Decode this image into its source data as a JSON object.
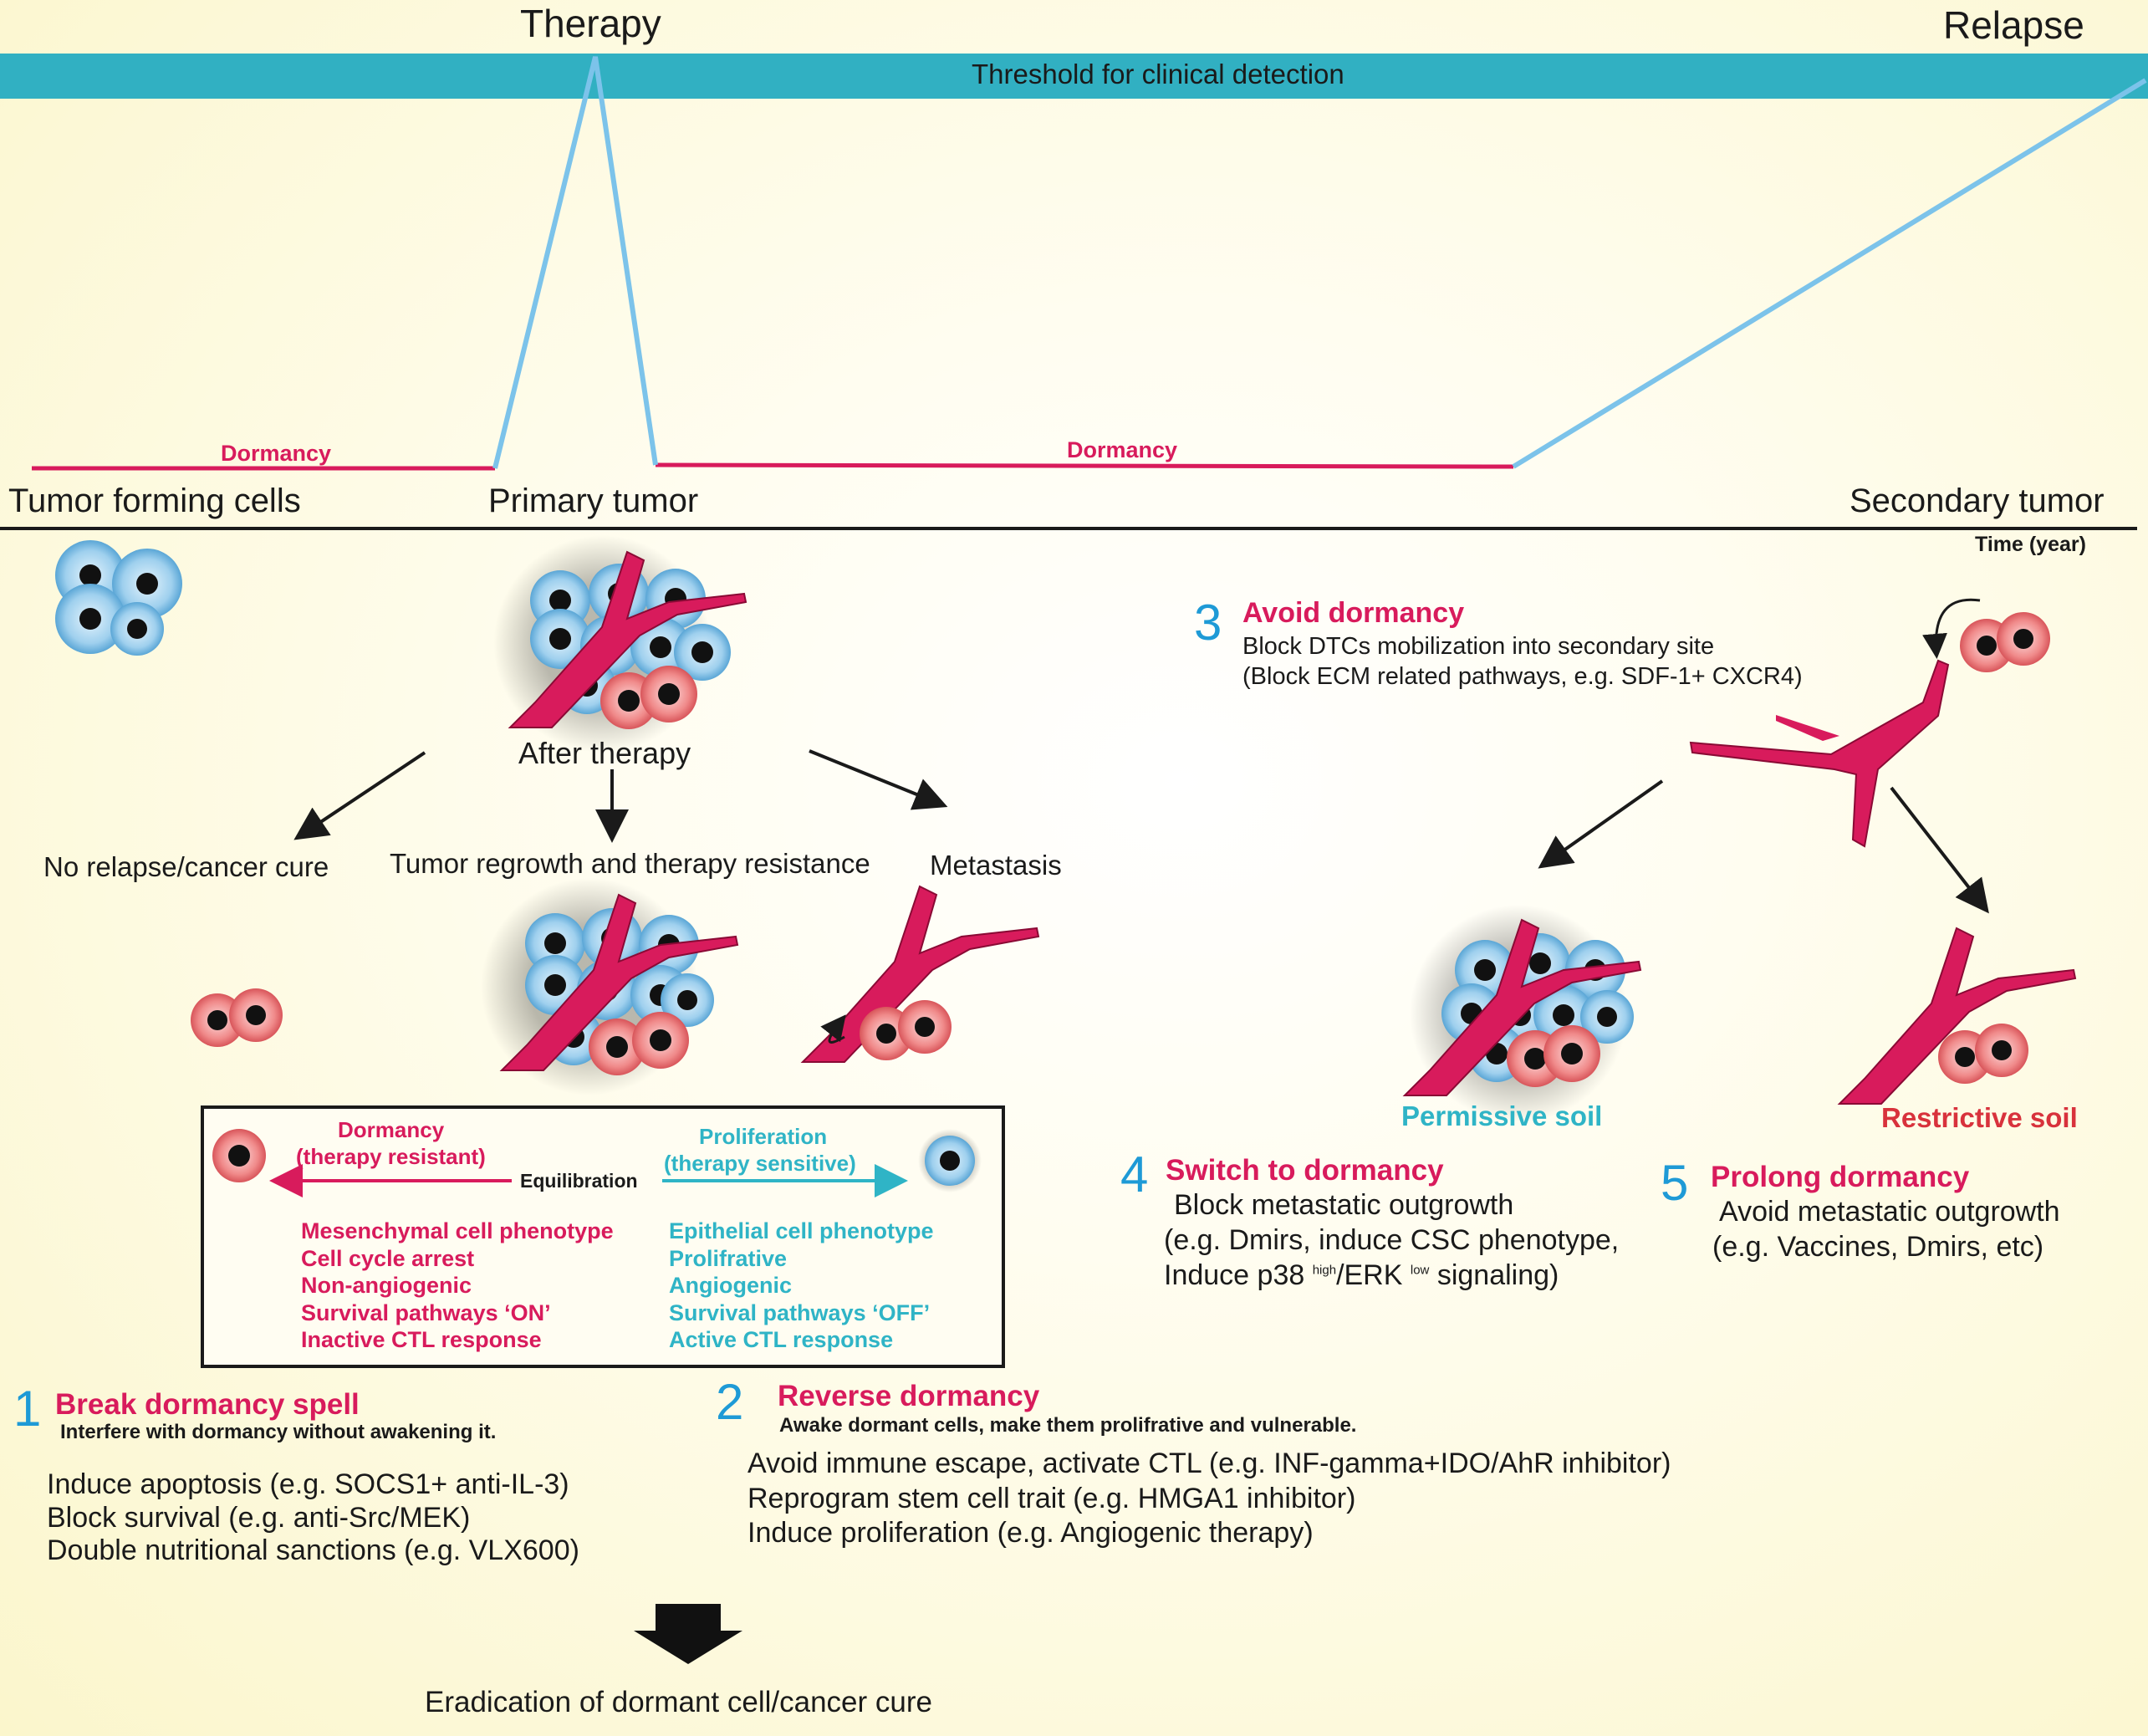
{
  "timeline": {
    "therapy": "Therapy",
    "relapse": "Relapse",
    "threshold": "Threshold for clinical detection",
    "dormancy_1": "Dormancy",
    "dormancy_2": "Dormancy",
    "tumor_forming": "Tumor forming cells",
    "primary_tumor": "Primary tumor",
    "secondary_tumor": "Secondary tumor",
    "time_axis": "Time (year)"
  },
  "primary": {
    "after_therapy": "After therapy",
    "outcome_cure": "No relapse/cancer cure",
    "outcome_regrowth": "Tumor regrowth and therapy resistance",
    "outcome_metastasis": "Metastasis"
  },
  "equilibrium_box": {
    "dormancy_title": "Dormancy",
    "dormancy_sub": "(therapy resistant)",
    "equilibration": "Equilibration",
    "proliferation_title": "Proliferation",
    "proliferation_sub": "(therapy sensitive)",
    "dormancy_traits": [
      "Mesenchymal cell phenotype",
      "Cell cycle arrest",
      "Non-angiogenic",
      "Survival  pathways ‘ON’",
      "Inactive CTL response"
    ],
    "proliferation_traits": [
      "Epithelial cell phenotype",
      "Prolifrative",
      "Angiogenic",
      "Survival pathways ‘OFF’",
      "Active CTL response"
    ]
  },
  "strategies": {
    "s1": {
      "num": "1",
      "title": "Break dormancy spell",
      "sub": "Interfere with dormancy without awakening it.",
      "items": [
        "Induce apoptosis (e.g. SOCS1+ anti-IL-3)",
        "Block survival (e.g. anti-Src/MEK)",
        "Double nutritional sanctions (e.g. VLX600)"
      ]
    },
    "s2": {
      "num": "2",
      "title": "Reverse dormancy",
      "sub": "Awake dormant cells, make them prolifrative and vulnerable.",
      "items": [
        "Avoid immune escape, activate CTL (e.g. INF-gamma+IDO/AhR inhibitor)",
        "Reprogram stem cell trait (e.g. HMGA1 inhibitor)",
        "Induce proliferation (e.g. Angiogenic therapy)"
      ]
    },
    "s3": {
      "num": "3",
      "title": "Avoid dormancy",
      "line1": "Block DTCs mobilization into secondary site",
      "line2": "(Block ECM related pathways, e.g. SDF-1+ CXCR4)"
    },
    "s4": {
      "num": "4",
      "title": "Switch to dormancy",
      "line1": "Block metastatic outgrowth",
      "line2": "(e.g. Dmirs, induce CSC phenotype,",
      "line3a": "Induce p38 ",
      "sup1": "high",
      "line3b": "/ERK ",
      "sup2": "low",
      "line3c": " signaling)"
    },
    "s5": {
      "num": "5",
      "title": "Prolong dormancy",
      "line1": "Avoid metastatic outgrowth",
      "line2": "(e.g. Vaccines, Dmirs, etc)"
    }
  },
  "soils": {
    "permissive": "Permissive soil",
    "restrictive": "Restrictive soil"
  },
  "conclusion": "Eradication of dormant cell/cancer cure",
  "colors": {
    "dormant": "#d81b5c",
    "proliferative": "#2fb4c6",
    "timeline_blue": "#7cc3ea",
    "threshold_bar": "#31b0c2"
  }
}
